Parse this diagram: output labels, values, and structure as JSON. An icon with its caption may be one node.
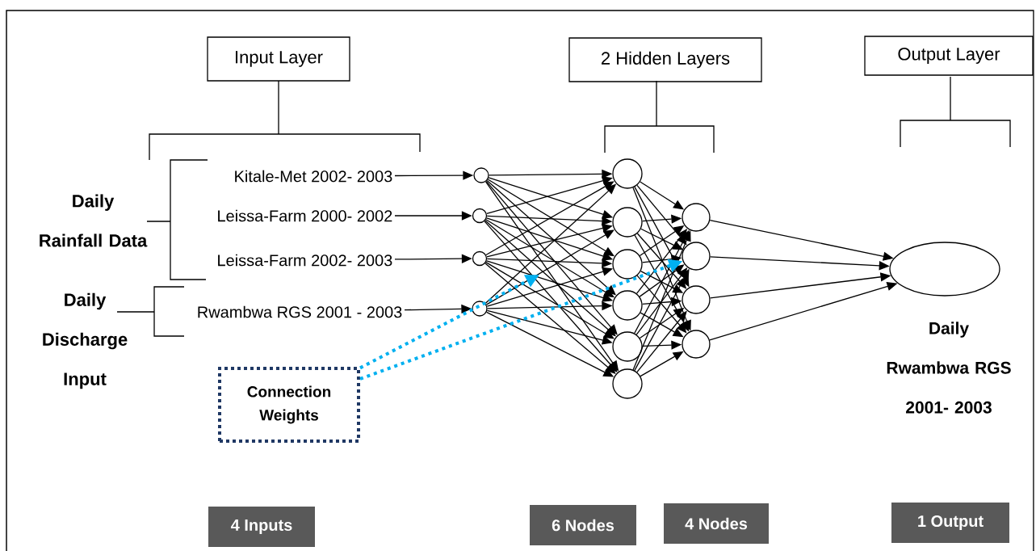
{
  "diagram": {
    "nodes": [
      {
        "text": [
          "Input Layer"
        ]
      },
      {
        "text": [
          "2 Hidden Layers"
        ]
      },
      {
        "text": [
          "Output Layer"
        ]
      },
      {
        "text": [
          "Kitale-Met 2002- 2003"
        ]
      },
      {
        "text": [
          "Leissa-Farm 2000- 2002"
        ]
      },
      {
        "text": [
          "Leissa-Farm 2002- 2003"
        ]
      },
      {
        "text": [
          "Rwambwa RGS 2001 - 2003"
        ]
      },
      {
        "text": [],
        "shape": "circle"
      },
      {
        "text": [],
        "shape": "circle"
      },
      {
        "text": [],
        "shape": "circle"
      },
      {
        "text": [],
        "shape": "circle"
      },
      {
        "text": [],
        "shape": "circle"
      },
      {
        "text": [],
        "shape": "circle"
      },
      {
        "text": [],
        "shape": "circle"
      },
      {
        "text": [],
        "shape": "circle"
      },
      {
        "text": [],
        "shape": "circle"
      },
      {
        "text": [],
        "shape": "circle"
      },
      {
        "text": [],
        "shape": "circle"
      },
      {
        "text": [],
        "shape": "circle"
      },
      {
        "text": [],
        "shape": "circle"
      },
      {
        "text": [],
        "shape": "circle"
      },
      {
        "text": [],
        "shape": "ellipse",
        "beside": [
          "Daily Rwambwa RGS 2001- 2003"
        ]
      },
      {
        "text": [
          "Connection Weights"
        ]
      },
      {
        "text": [
          "4 Inputs"
        ]
      },
      {
        "text": [
          "6 Nodes"
        ]
      },
      {
        "text": [
          "4 Nodes"
        ]
      },
      {
        "text": [
          "1 Output"
        ]
      }
    ],
    "edges": [
      {
        "from": 3,
        "to": 7,
        "arrow": "to"
      },
      {
        "from": 4,
        "to": 8,
        "arrow": "to"
      },
      {
        "from": 5,
        "to": 9,
        "arrow": "to"
      },
      {
        "from": 6,
        "to": 10,
        "arrow": "to"
      },
      {
        "from": 7,
        "to": 11,
        "arrow": "to"
      },
      {
        "from": 7,
        "to": 12,
        "arrow": "to"
      },
      {
        "from": 7,
        "to": 13,
        "arrow": "to"
      },
      {
        "from": 7,
        "to": 14,
        "arrow": "to"
      },
      {
        "from": 7,
        "to": 15,
        "arrow": "to"
      },
      {
        "from": 7,
        "to": 16,
        "arrow": "to"
      },
      {
        "from": 8,
        "to": 11,
        "arrow": "to"
      },
      {
        "from": 8,
        "to": 12,
        "arrow": "to"
      },
      {
        "from": 8,
        "to": 13,
        "arrow": "to"
      },
      {
        "from": 8,
        "to": 14,
        "arrow": "to"
      },
      {
        "from": 8,
        "to": 15,
        "arrow": "to"
      },
      {
        "from": 8,
        "to": 16,
        "arrow": "to"
      },
      {
        "from": 9,
        "to": 11,
        "arrow": "to"
      },
      {
        "from": 9,
        "to": 12,
        "arrow": "to"
      },
      {
        "from": 9,
        "to": 13,
        "arrow": "to"
      },
      {
        "from": 9,
        "to": 14,
        "arrow": "to"
      },
      {
        "from": 9,
        "to": 15,
        "arrow": "to"
      },
      {
        "from": 9,
        "to": 16,
        "arrow": "to"
      },
      {
        "from": 10,
        "to": 11,
        "arrow": "to"
      },
      {
        "from": 10,
        "to": 12,
        "arrow": "to"
      },
      {
        "from": 10,
        "to": 13,
        "arrow": "to"
      },
      {
        "from": 10,
        "to": 14,
        "arrow": "to"
      },
      {
        "from": 10,
        "to": 15,
        "arrow": "to"
      },
      {
        "from": 10,
        "to": 16,
        "arrow": "to"
      },
      {
        "from": 11,
        "to": 17,
        "arrow": "to"
      },
      {
        "from": 11,
        "to": 18,
        "arrow": "to"
      },
      {
        "from": 11,
        "to": 19,
        "arrow": "to"
      },
      {
        "from": 11,
        "to": 20,
        "arrow": "to"
      },
      {
        "from": 12,
        "to": 17,
        "arrow": "to"
      },
      {
        "from": 12,
        "to": 18,
        "arrow": "to"
      },
      {
        "from": 12,
        "to": 19,
        "arrow": "to"
      },
      {
        "from": 12,
        "to": 20,
        "arrow": "to"
      },
      {
        "from": 13,
        "to": 17,
        "arrow": "to"
      },
      {
        "from": 13,
        "to": 18,
        "arrow": "to"
      },
      {
        "from": 13,
        "to": 19,
        "arrow": "to"
      },
      {
        "from": 13,
        "to": 20,
        "arrow": "to"
      },
      {
        "from": 14,
        "to": 17,
        "arrow": "to"
      },
      {
        "from": 14,
        "to": 18,
        "arrow": "to"
      },
      {
        "from": 14,
        "to": 19,
        "arrow": "to"
      },
      {
        "from": 14,
        "to": 20,
        "arrow": "to"
      },
      {
        "from": 15,
        "to": 17,
        "arrow": "to"
      },
      {
        "from": 15,
        "to": 18,
        "arrow": "to"
      },
      {
        "from": 15,
        "to": 19,
        "arrow": "to"
      },
      {
        "from": 15,
        "to": 20,
        "arrow": "to"
      },
      {
        "from": 16,
        "to": 17,
        "arrow": "to"
      },
      {
        "from": 16,
        "to": 18,
        "arrow": "to"
      },
      {
        "from": 16,
        "to": 19,
        "arrow": "to"
      },
      {
        "from": 16,
        "to": 20,
        "arrow": "to"
      },
      {
        "from": 17,
        "to": 21,
        "arrow": "to"
      },
      {
        "from": 18,
        "to": 21,
        "arrow": "to"
      },
      {
        "from": 19,
        "to": 21,
        "arrow": "to"
      },
      {
        "from": 20,
        "to": 21,
        "arrow": "to"
      },
      {
        "from": 22,
        "to": null,
        "arrow": "to",
        "style": "dashed",
        "color": "#00b0f0"
      },
      {
        "from": 22,
        "to": 18,
        "arrow": "to",
        "style": "dashed",
        "color": "#00b0f0"
      }
    ],
    "labels": [
      "Daily Rainfall Data",
      "Daily Discharge Input"
    ]
  }
}
